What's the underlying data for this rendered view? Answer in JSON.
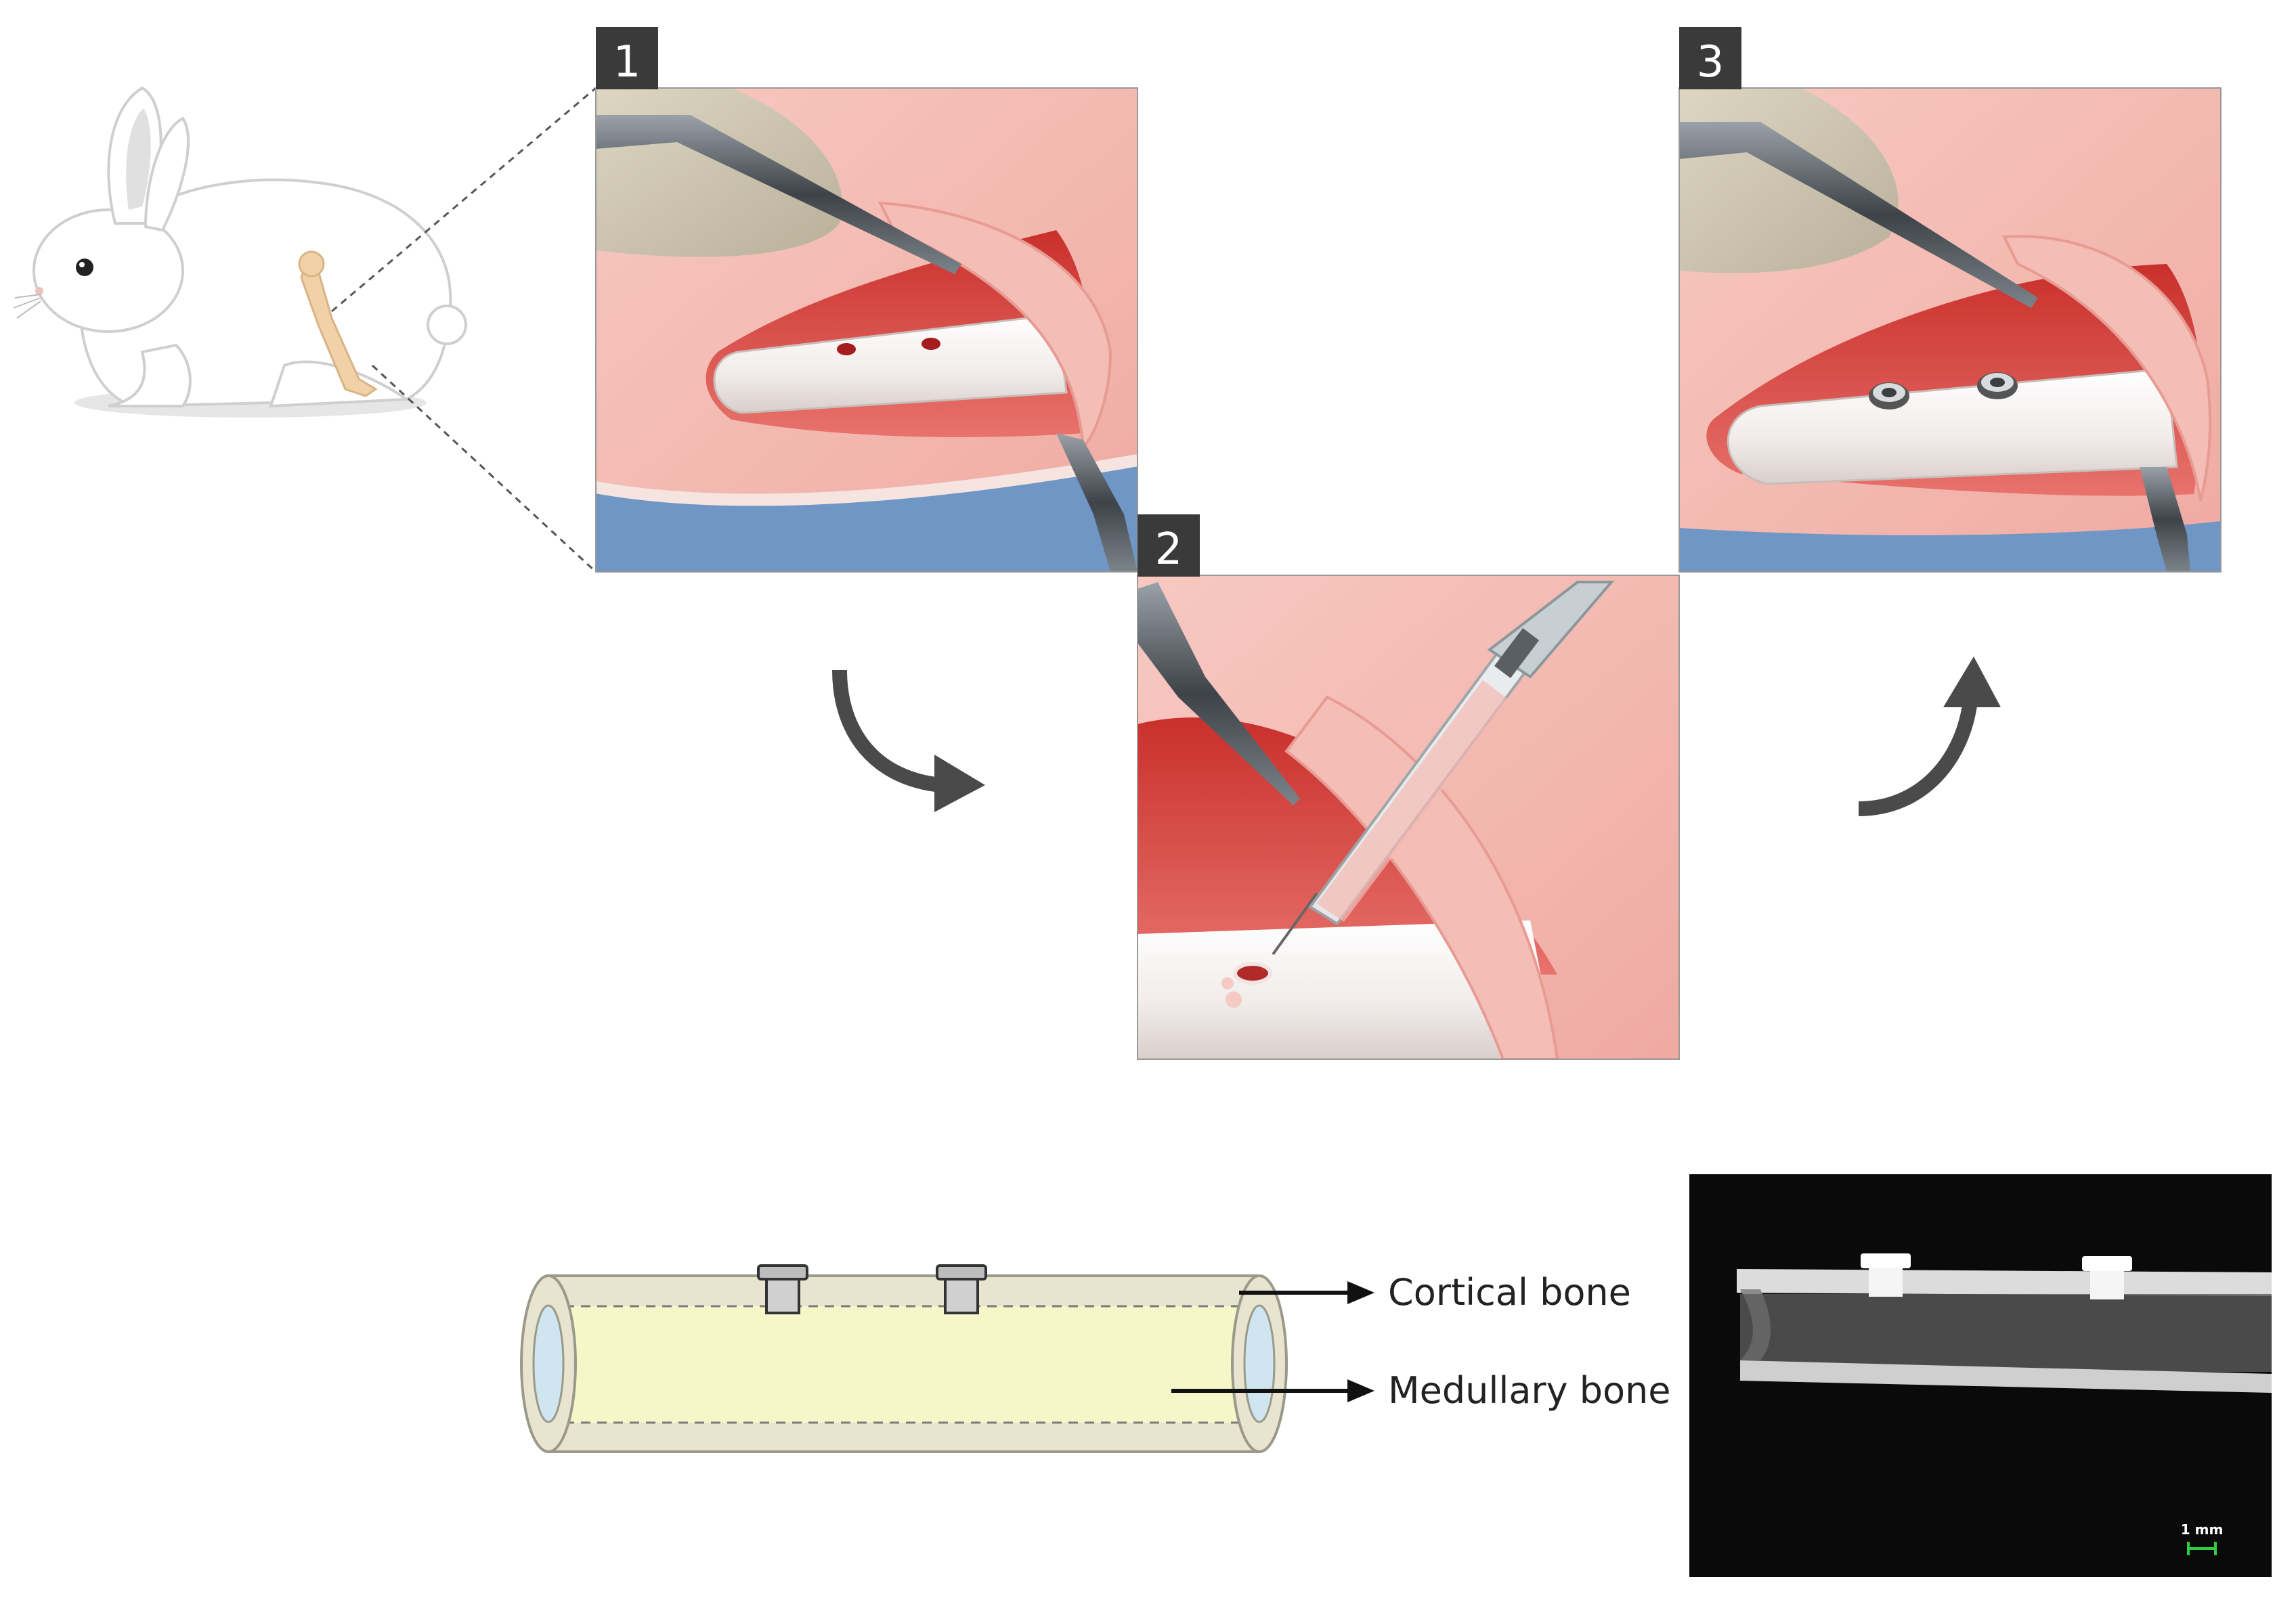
{
  "steps": [
    {
      "number": "1"
    },
    {
      "number": "2"
    },
    {
      "number": "3"
    }
  ],
  "labels": {
    "cortical": "Cortical bone",
    "medullary": "Medullary bone"
  },
  "scale_bar": {
    "label": "1 mm"
  },
  "colors": {
    "tissue_pink": "#f2b3ad",
    "muscle_red": "#d9534f",
    "bone_white": "#f4f1ef",
    "drape_blue": "#6f96c4",
    "badge_dark": "#3a3a3a",
    "arrow_gray": "#4a4a4a",
    "cortical_fill": "#e9e4cf",
    "medullary_fill": "#f5f7c8",
    "canal_blue": "#cfe6f0",
    "scale_green": "#2ecc40"
  },
  "icons": [
    "rabbit-illustration",
    "forceps-icon",
    "syringe-icon",
    "implant-screw-icon",
    "curved-arrow-icon"
  ]
}
